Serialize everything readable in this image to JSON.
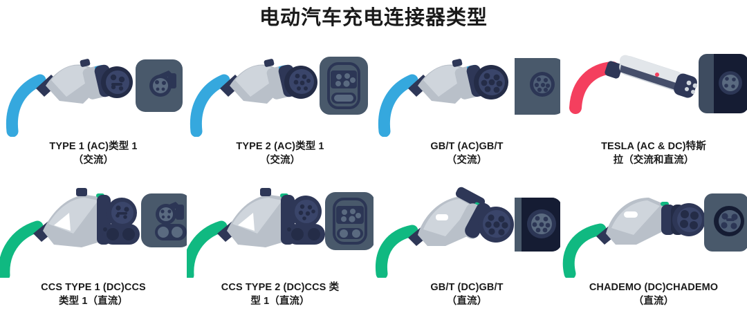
{
  "page": {
    "title": "电动汽车充电连接器类型",
    "background": "#ffffff"
  },
  "colors": {
    "cable_ac": "#35A8DE",
    "cable_dc": "#10B981",
    "cable_tesla": "#F43F5E",
    "gun_body": "#B9C0C9",
    "gun_body_light": "#CFD5DC",
    "connector_head": "#2E3757",
    "connector_head_dark": "#242C47",
    "socket_plate": "#49596B",
    "socket_inset": "#2C3655",
    "socket_plate_dark": "#1F2744",
    "text": "#1b1b1b"
  },
  "connectors": [
    {
      "id": "type1-ac",
      "name": "TYPE 1 (AC)",
      "label_en": "TYPE 1 (AC)类型 1",
      "label_zh": "（交流）",
      "cable_color": "#35A8DE",
      "current": "AC",
      "row": 1,
      "column": 1
    },
    {
      "id": "type2-ac",
      "name": "TYPE 2 (AC)",
      "label_en": "TYPE 2 (AC)类型 1",
      "label_zh": "（交流）",
      "cable_color": "#35A8DE",
      "current": "AC",
      "row": 1,
      "column": 2
    },
    {
      "id": "gbt-ac",
      "name": "GB/T (AC)",
      "label_en": "GB/T (AC)GB/T",
      "label_zh": "（交流）",
      "cable_color": "#35A8DE",
      "current": "AC",
      "row": 1,
      "column": 3
    },
    {
      "id": "tesla-ac-dc",
      "name": "TESLA (AC & DC)",
      "label_en": "TESLA (AC & DC)特斯",
      "label_zh": "拉（交流和直流）",
      "cable_color": "#F43F5E",
      "current": "AC & DC",
      "row": 1,
      "column": 4
    },
    {
      "id": "ccs-type1-dc",
      "name": "CCS TYPE 1 (DC)",
      "label_en": "CCS TYPE 1 (DC)CCS",
      "label_zh": "类型 1（直流）",
      "cable_color": "#10B981",
      "current": "DC",
      "row": 2,
      "column": 1
    },
    {
      "id": "ccs-type2-dc",
      "name": "CCS TYPE 2 (DC)",
      "label_en": "CCS TYPE 2 (DC)CCS 类",
      "label_zh": "型 1（直流）",
      "cable_color": "#10B981",
      "current": "DC",
      "row": 2,
      "column": 2
    },
    {
      "id": "gbt-dc",
      "name": "GB/T (DC)",
      "label_en": "GB/T (DC)GB/T",
      "label_zh": "（直流）",
      "cable_color": "#10B981",
      "current": "DC",
      "row": 2,
      "column": 3
    },
    {
      "id": "chademo-dc",
      "name": "CHADEMO (DC)",
      "label_en": "CHADEMO (DC)CHADEMO",
      "label_zh": "（直流）",
      "cable_color": "#10B981",
      "current": "DC",
      "row": 2,
      "column": 4
    }
  ]
}
